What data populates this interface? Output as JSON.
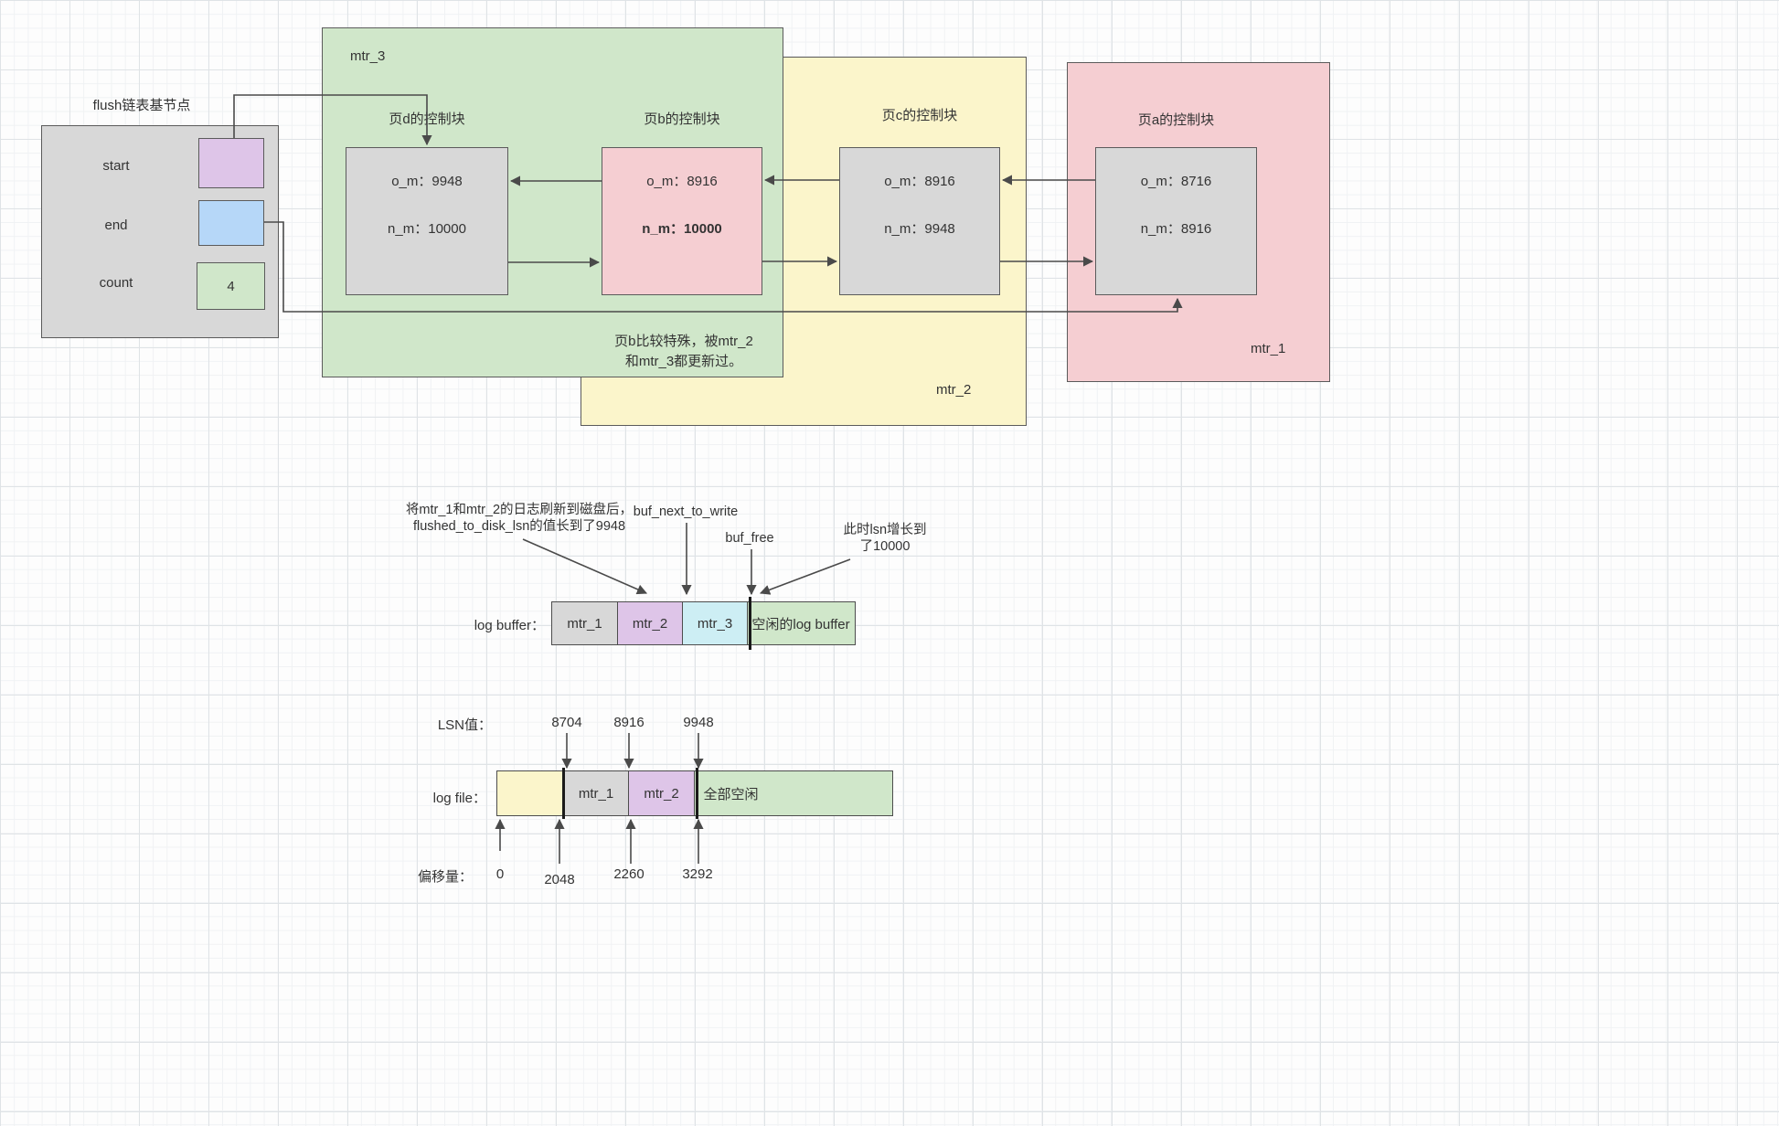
{
  "colors": {
    "green_fill": "#d0e7ca",
    "yellow_fill": "#fbf5cb",
    "pink_fill": "#f5ced2",
    "purple_fill": "#dec5e8",
    "blue_fill": "#b6d7f8",
    "cyan_fill": "#cdeef4",
    "gray_fill": "#d8d8d8",
    "border": "#5b5b5b",
    "arrow": "#4a4a4a"
  },
  "flush_node": {
    "title": "flush链表基节点",
    "rows": [
      {
        "label": "start",
        "value": ""
      },
      {
        "label": "end",
        "value": ""
      },
      {
        "label": "count",
        "value": "4"
      }
    ]
  },
  "groups": {
    "mtr_3": "mtr_3",
    "mtr_2": "mtr_2",
    "mtr_1": "mtr_1"
  },
  "note": {
    "line1": "页b比较特殊，被mtr_2",
    "line2": "和mtr_3都更新过。"
  },
  "control_blocks": {
    "page_d": {
      "title": "页d的控制块",
      "o_m": "o_m：9948",
      "n_m": "n_m：10000"
    },
    "page_b": {
      "title": "页b的控制块",
      "o_m": "o_m：8916",
      "n_m": "n_m：10000"
    },
    "page_c": {
      "title": "页c的控制块",
      "o_m": "o_m：8916",
      "n_m": "n_m：9948"
    },
    "page_a": {
      "title": "页a的控制块",
      "o_m": "o_m：8716",
      "n_m": "n_m：8916"
    }
  },
  "log_buffer": {
    "label": "log buffer：",
    "segments": [
      "mtr_1",
      "mtr_2",
      "mtr_3",
      "空闲的log buffer"
    ],
    "ann_flushed_line1": "将mtr_1和mtr_2的日志刷新到磁盘后，",
    "ann_flushed_line2": "flushed_to_disk_lsn的值长到了9948",
    "ann_buf_next": "buf_next_to_write",
    "ann_buf_free": "buf_free",
    "ann_lsn_line1": "此时lsn增长到",
    "ann_lsn_line2": "了10000"
  },
  "log_file": {
    "lsn_label": "LSN值：",
    "lsn_values": [
      "8704",
      "8916",
      "9948"
    ],
    "label": "log file：",
    "segments": [
      "",
      "mtr_1",
      "mtr_2",
      "全部空闲"
    ],
    "offset_label": "偏移量：",
    "offset_values": [
      "0",
      "2048",
      "2260",
      "3292"
    ]
  }
}
